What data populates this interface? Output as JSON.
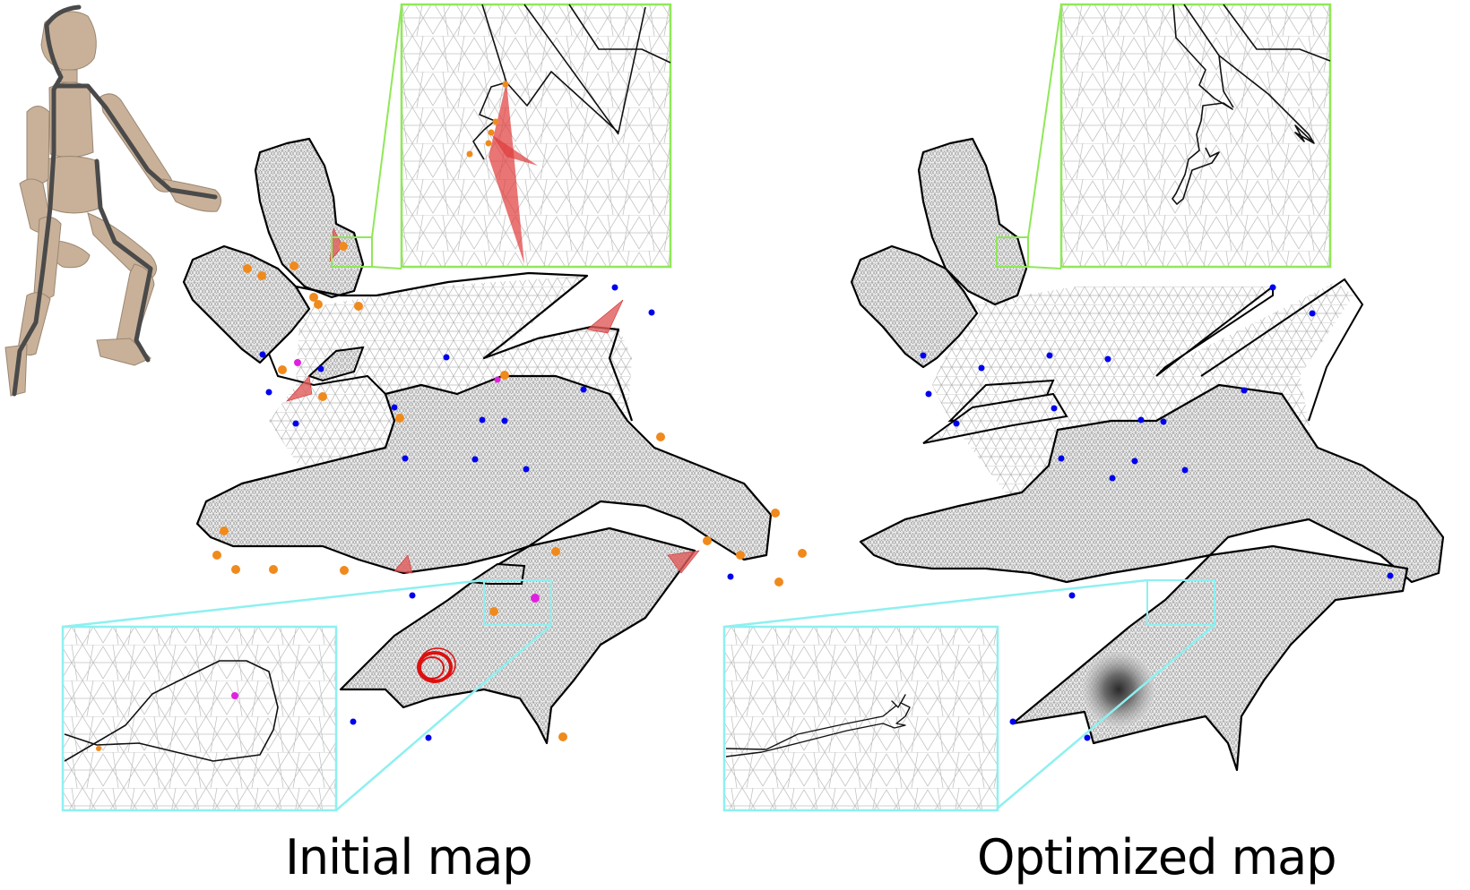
{
  "figure": {
    "panels": [
      {
        "id": "initial",
        "caption": "Initial map",
        "zoom_inset_top_color": "#90e858",
        "zoom_inset_bottom_color": "#8ef0f0",
        "has_flipped_triangles": true,
        "flipped_triangle_color": "#e03a3a",
        "has_overlap_ring": true
      },
      {
        "id": "optimized",
        "caption": "Optimized map",
        "zoom_inset_top_color": "#90e858",
        "zoom_inset_bottom_color": "#8ef0f0",
        "has_flipped_triangles": false,
        "has_overlap_ring": false
      }
    ],
    "model": {
      "name": "wooden mannequin with cut seams",
      "skin_color": "#c9b199",
      "seam_color": "#4a4a4a"
    },
    "markers": {
      "blue_point_color": "#0000ee",
      "orange_point_color": "#f08a1c",
      "magenta_point_color": "#e020e0"
    },
    "colors": {
      "boundary": "#000000",
      "mesh_edges": "#9a9a9a",
      "mesh_fill": "#e6e6e6",
      "flip_fill": "#e05a5a"
    }
  }
}
